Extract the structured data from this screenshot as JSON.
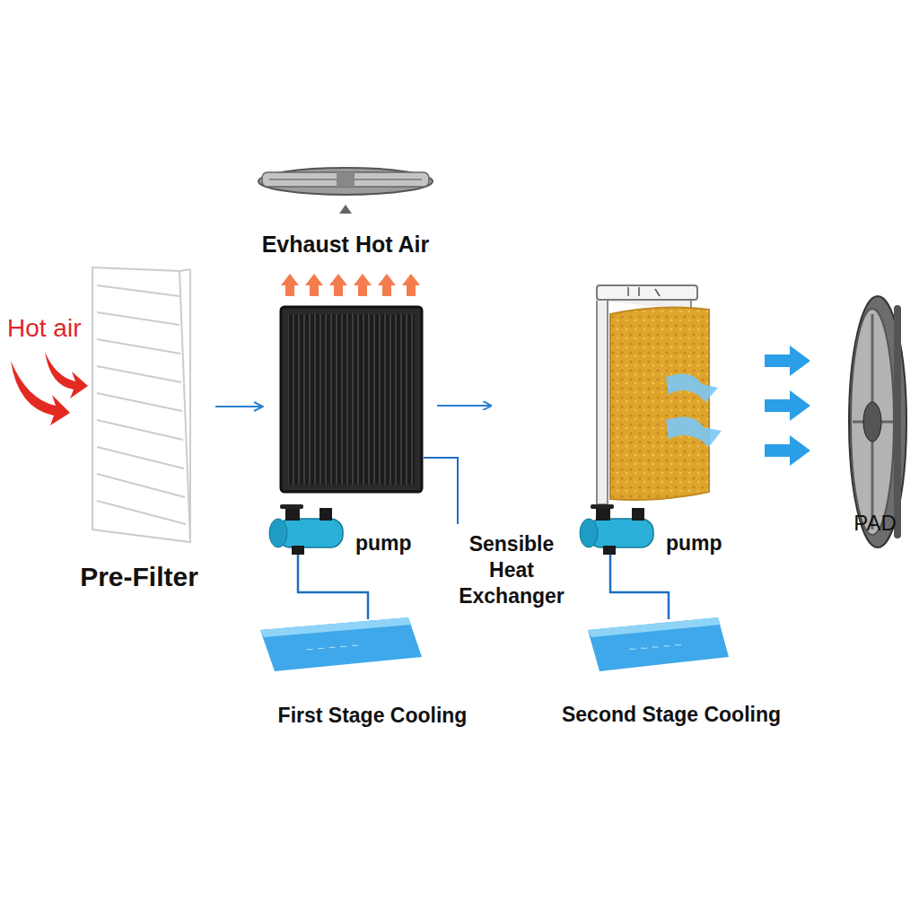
{
  "diagram": {
    "nodes": [
      {
        "text": [
          "Pre-Filter"
        ]
      },
      {
        "text": [
          "Sensible Heat Exchanger"
        ]
      }
    ],
    "edges": [
      {
        "from": 0,
        "to": 1,
        "arrow": "to"
      }
    ],
    "labels": [
      "Hot air",
      "Evhaust Hot Air",
      "pump",
      "pump",
      "First Stage Cooling",
      "Second Stage Cooling",
      "PAD"
    ]
  }
}
